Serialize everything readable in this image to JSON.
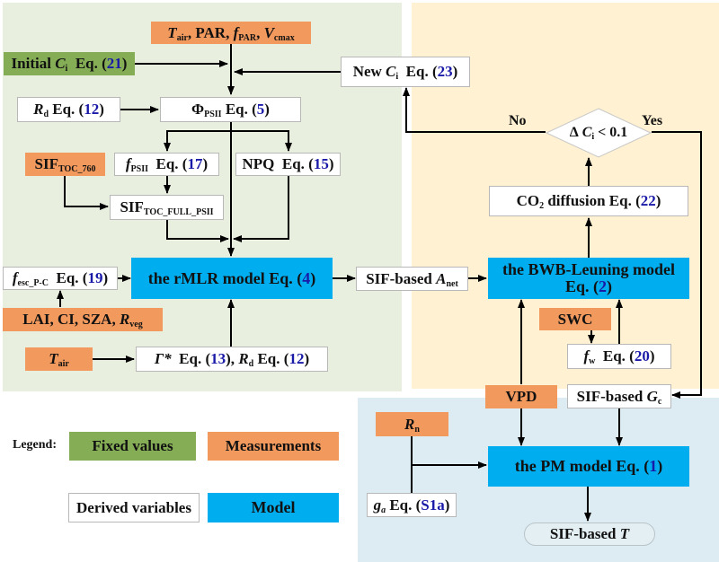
{
  "panels": {
    "photosynthesis": {
      "color": "#e9efdf"
    },
    "conductance": {
      "color": "#fff1d1"
    },
    "transpiration": {
      "color": "#dcecf2"
    }
  },
  "colors": {
    "fixed_values": "#84ad55",
    "measurements": "#f29a5e",
    "derived_variables": "#ffffff",
    "model": "#00adef",
    "equation_number": "#1a1aa8"
  },
  "nodes": {
    "inputs_top": {
      "t": "T",
      "t_sub": "air",
      "par": "PAR,",
      "f": "f",
      "f_sub": "PAR",
      "v": "V",
      "v_sub": "cmax",
      "comma": ","
    },
    "initial_ci": {
      "pre": "Initial",
      "var": "C",
      "var_sub": "i",
      "eq": "Eq. (",
      "num": "21",
      "close": ")"
    },
    "new_ci": {
      "pre": "New",
      "var": "C",
      "var_sub": "i",
      "eq": "Eq. (",
      "num": "23",
      "close": ")"
    },
    "rd": {
      "var": "R",
      "var_sub": "d",
      "eq": "Eq. (",
      "num": "12",
      "close": ")"
    },
    "phi_psii": {
      "var": "Φ",
      "var_sub": "PSII",
      "eq": "Eq. (",
      "num": "5",
      "close": ")"
    },
    "sif_toc_760": {
      "var": "SIF",
      "var_sub": "TOC_760"
    },
    "f_psii": {
      "var": "f",
      "var_sub": "PSII",
      "eq": "Eq. (",
      "num": "17",
      "close": ")"
    },
    "npq": {
      "var": "NPQ",
      "eq": "Eq. (",
      "num": "15",
      "close": ")"
    },
    "sif_full": {
      "var": "SIF",
      "var_sub": "TOC_FULL_PSII"
    },
    "f_esc": {
      "var": "f",
      "var_sub": "esc_P-C",
      "eq": "Eq. (",
      "num": "19",
      "close": ")"
    },
    "rmlr_model": {
      "pre": "the rMLR model  Eq. (",
      "num": "4",
      "close": ")"
    },
    "lai_inputs": {
      "text": "LAI, CI, SZA,",
      "var": "R",
      "var_sub": "veg"
    },
    "tair": {
      "var": "T",
      "var_sub": "air"
    },
    "gamma": {
      "var": "Γ*",
      "eq1": "Eq. (",
      "num1": "13",
      "mid": "),",
      "var2": "R",
      "var2_sub": "d",
      "eq2": "Eq. (",
      "num2": "12",
      "close": ")"
    },
    "sif_anet": {
      "pre": "SIF-based",
      "var": "A",
      "var_sub": "net"
    },
    "bwb_model": {
      "line1": "the BWB-Leuning model",
      "pre": "Eq. (",
      "num": "2",
      "close": ")"
    },
    "co2_diffusion": {
      "pre": "CO",
      "sub": "2",
      "post": "diffusion Eq. (",
      "num": "22",
      "close": ")"
    },
    "decision": {
      "delta": "Δ",
      "var": "C",
      "var_sub": "i",
      "cond": "< 0.1",
      "no": "No",
      "yes": "Yes"
    },
    "swc": {
      "text": "SWC"
    },
    "fw": {
      "var": "f",
      "var_sub": "w",
      "eq": "Eq. (",
      "num": "20",
      "close": ")"
    },
    "vpd": {
      "text": "VPD"
    },
    "sif_gc": {
      "pre": "SIF-based",
      "var": "G",
      "var_sub": "c"
    },
    "rn": {
      "var": "R",
      "var_sub": "n"
    },
    "ga": {
      "var": "g",
      "var_sub": "a",
      "eq": "Eq. (",
      "num": "S1a",
      "close": ")"
    },
    "pm_model": {
      "pre": "the PM model  Eq. (",
      "num": "1",
      "close": ")"
    },
    "sif_t": {
      "pre": "SIF-based",
      "var": "T"
    }
  },
  "legend": {
    "title": "Legend:",
    "fixed": "Fixed values",
    "measurements": "Measurements",
    "derived": "Derived variables",
    "model": "Model"
  }
}
